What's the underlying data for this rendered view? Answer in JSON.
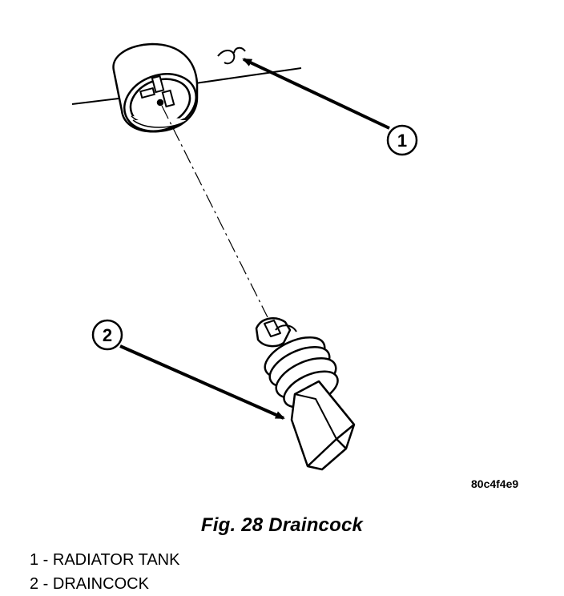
{
  "callouts": [
    {
      "number": "1",
      "label": "RADIATOR TANK"
    },
    {
      "number": "2",
      "label": "DRAINCOCK"
    }
  ],
  "image_code": "80c4f4e9",
  "caption": "Fig. 28 Draincock",
  "legend": [
    {
      "text": "1 - RADIATOR TANK"
    },
    {
      "text": "2 - DRAINCOCK"
    }
  ]
}
